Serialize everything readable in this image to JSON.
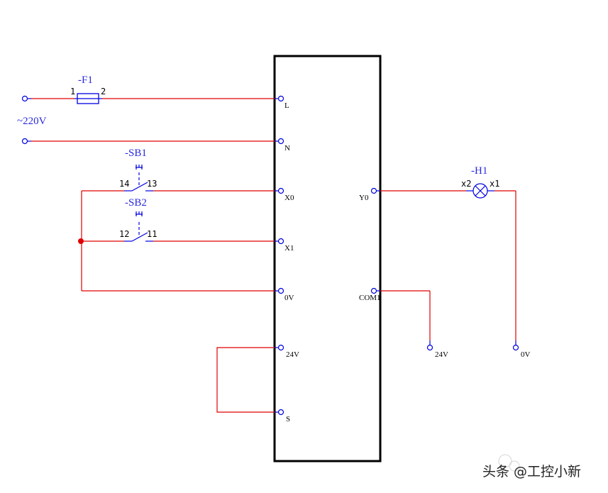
{
  "colors": {
    "wire": "#e00000",
    "symbol": "#0000e0",
    "label": "#2a2ae0",
    "plc_body": "#000000",
    "junction": "#e00000"
  },
  "supply": {
    "label": "~220V",
    "tilde": "~",
    "voltage": "220V"
  },
  "fuse": {
    "tag": "-F1",
    "pin_left": "1",
    "pin_right": "2"
  },
  "sb1": {
    "tag": "-SB1",
    "pin_left": "14",
    "pin_right": "13"
  },
  "sb2": {
    "tag": "-SB2",
    "pin_left": "12",
    "pin_right": "11"
  },
  "lamp": {
    "tag": "-H1",
    "pin_left": "x2",
    "pin_right": "x1",
    "icon": "indicator-lamp-icon"
  },
  "plc": {
    "left_terminals": [
      "L",
      "N",
      "X0",
      "X1",
      "0V",
      "24V",
      "S"
    ],
    "right_terminals": [
      "Y0",
      "COM1"
    ]
  },
  "external_terminals": {
    "com_supply": "24V",
    "lamp_return": "0V"
  },
  "watermark": "头条 @工控小新"
}
